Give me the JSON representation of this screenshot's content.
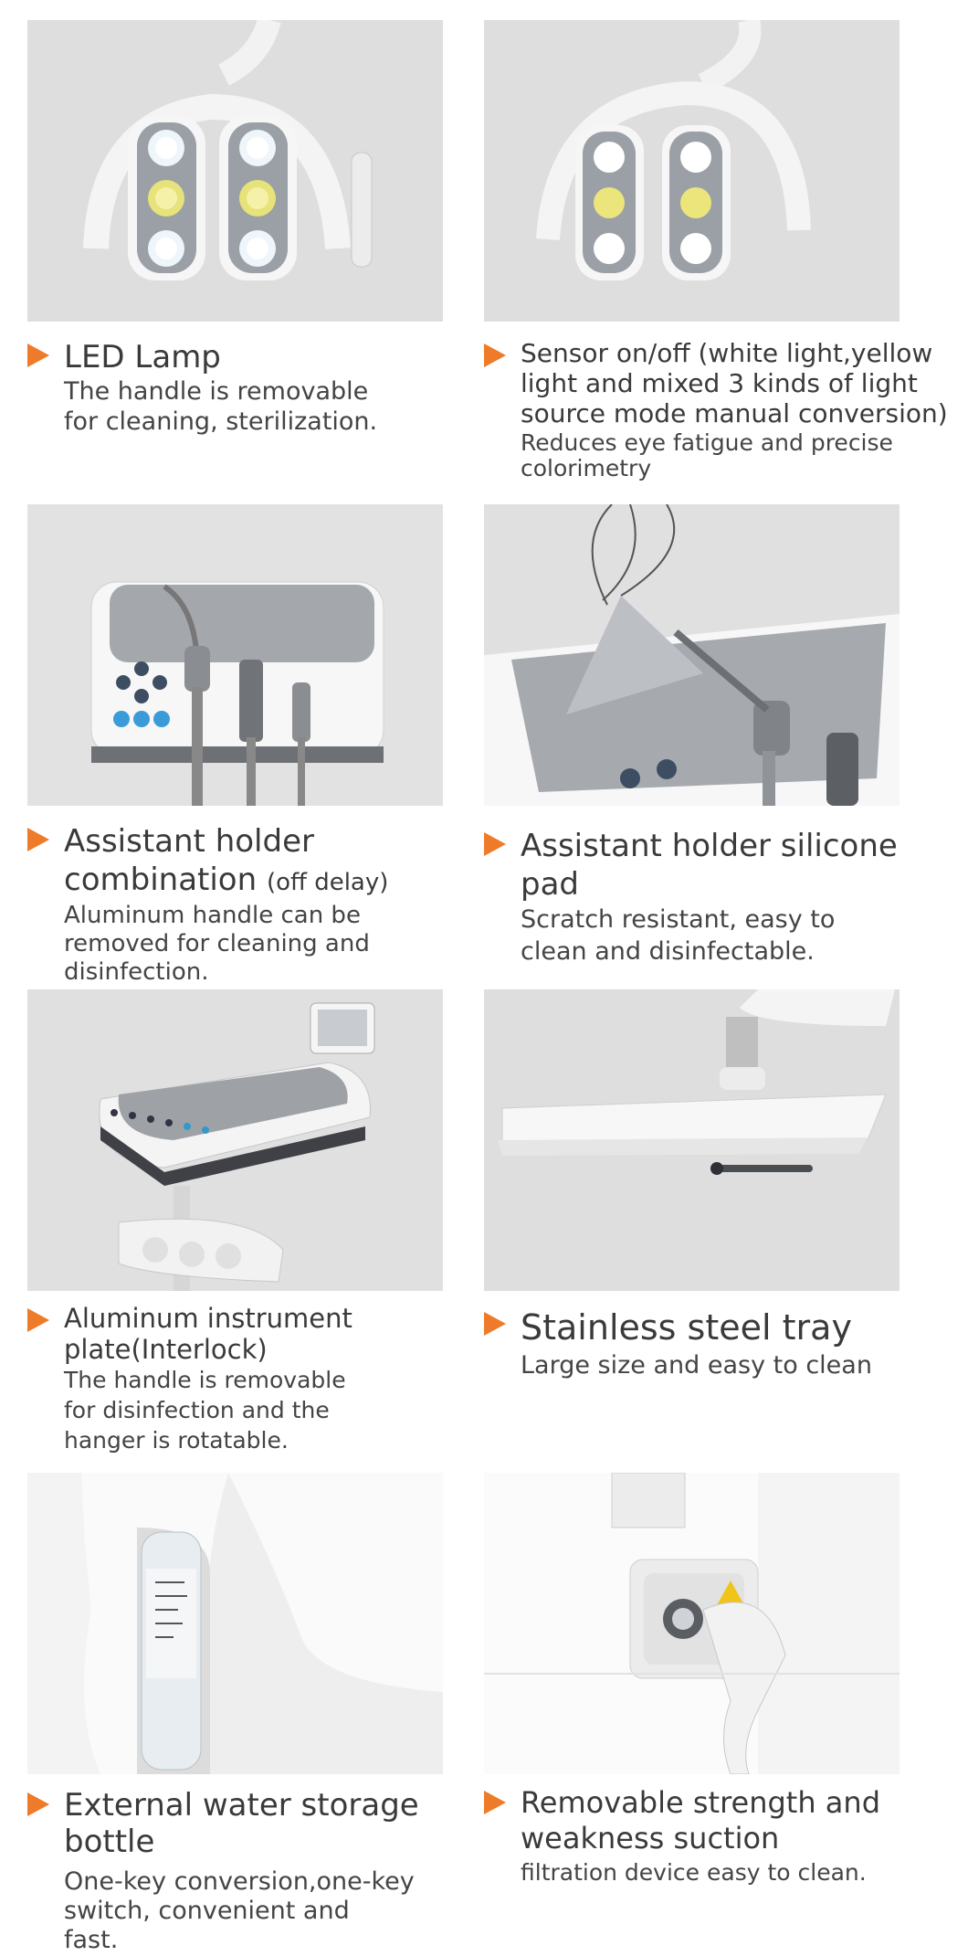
{
  "features": [
    {
      "title": "LED Lamp",
      "title_suffix": "",
      "description": "The handle is removable\nfor cleaning, sterilization.",
      "image_icon": "led-lamp-photo"
    },
    {
      "title": "Sensor on/off (white light,yellow\n light and mixed 3 kinds of light\nsource mode manual conversion)",
      "title_suffix": "",
      "description": "Reduces eye fatigue and precise\ncolorimetry",
      "image_icon": "led-lamp-side-photo"
    },
    {
      "title": "Assistant holder\ncombination",
      "title_suffix": "(off delay)",
      "description": "Aluminum handle can be\nremoved for cleaning and\ndisinfection.",
      "image_icon": "assistant-holder-photo"
    },
    {
      "title": "Assistant holder silicone\npad",
      "title_suffix": "",
      "description": "Scratch resistant, easy to\nclean and disinfectable.",
      "image_icon": "silicone-pad-photo"
    },
    {
      "title": "Aluminum instrument\nplate(Interlock)",
      "title_suffix": "",
      "description": "The handle is removable\nfor disinfection and the\nhanger is rotatable.",
      "image_icon": "instrument-plate-photo"
    },
    {
      "title": "Stainless steel tray",
      "title_suffix": "",
      "description": "Large size and easy to clean",
      "image_icon": "steel-tray-photo"
    },
    {
      "title": "External water storage\nbottle",
      "title_suffix": "",
      "description": "One-key conversion,one-key\n switch, convenient and\nfast.",
      "image_icon": "water-bottle-photo"
    },
    {
      "title": "Removable strength  and\nweakness suction",
      "title_suffix": "",
      "description": "filtration device easy to clean.",
      "image_icon": "suction-device-photo"
    }
  ],
  "colors": {
    "accent_orange": "#ee7b2a",
    "photo_bg": "#dcdcdc",
    "text": "#3a3a3a"
  }
}
